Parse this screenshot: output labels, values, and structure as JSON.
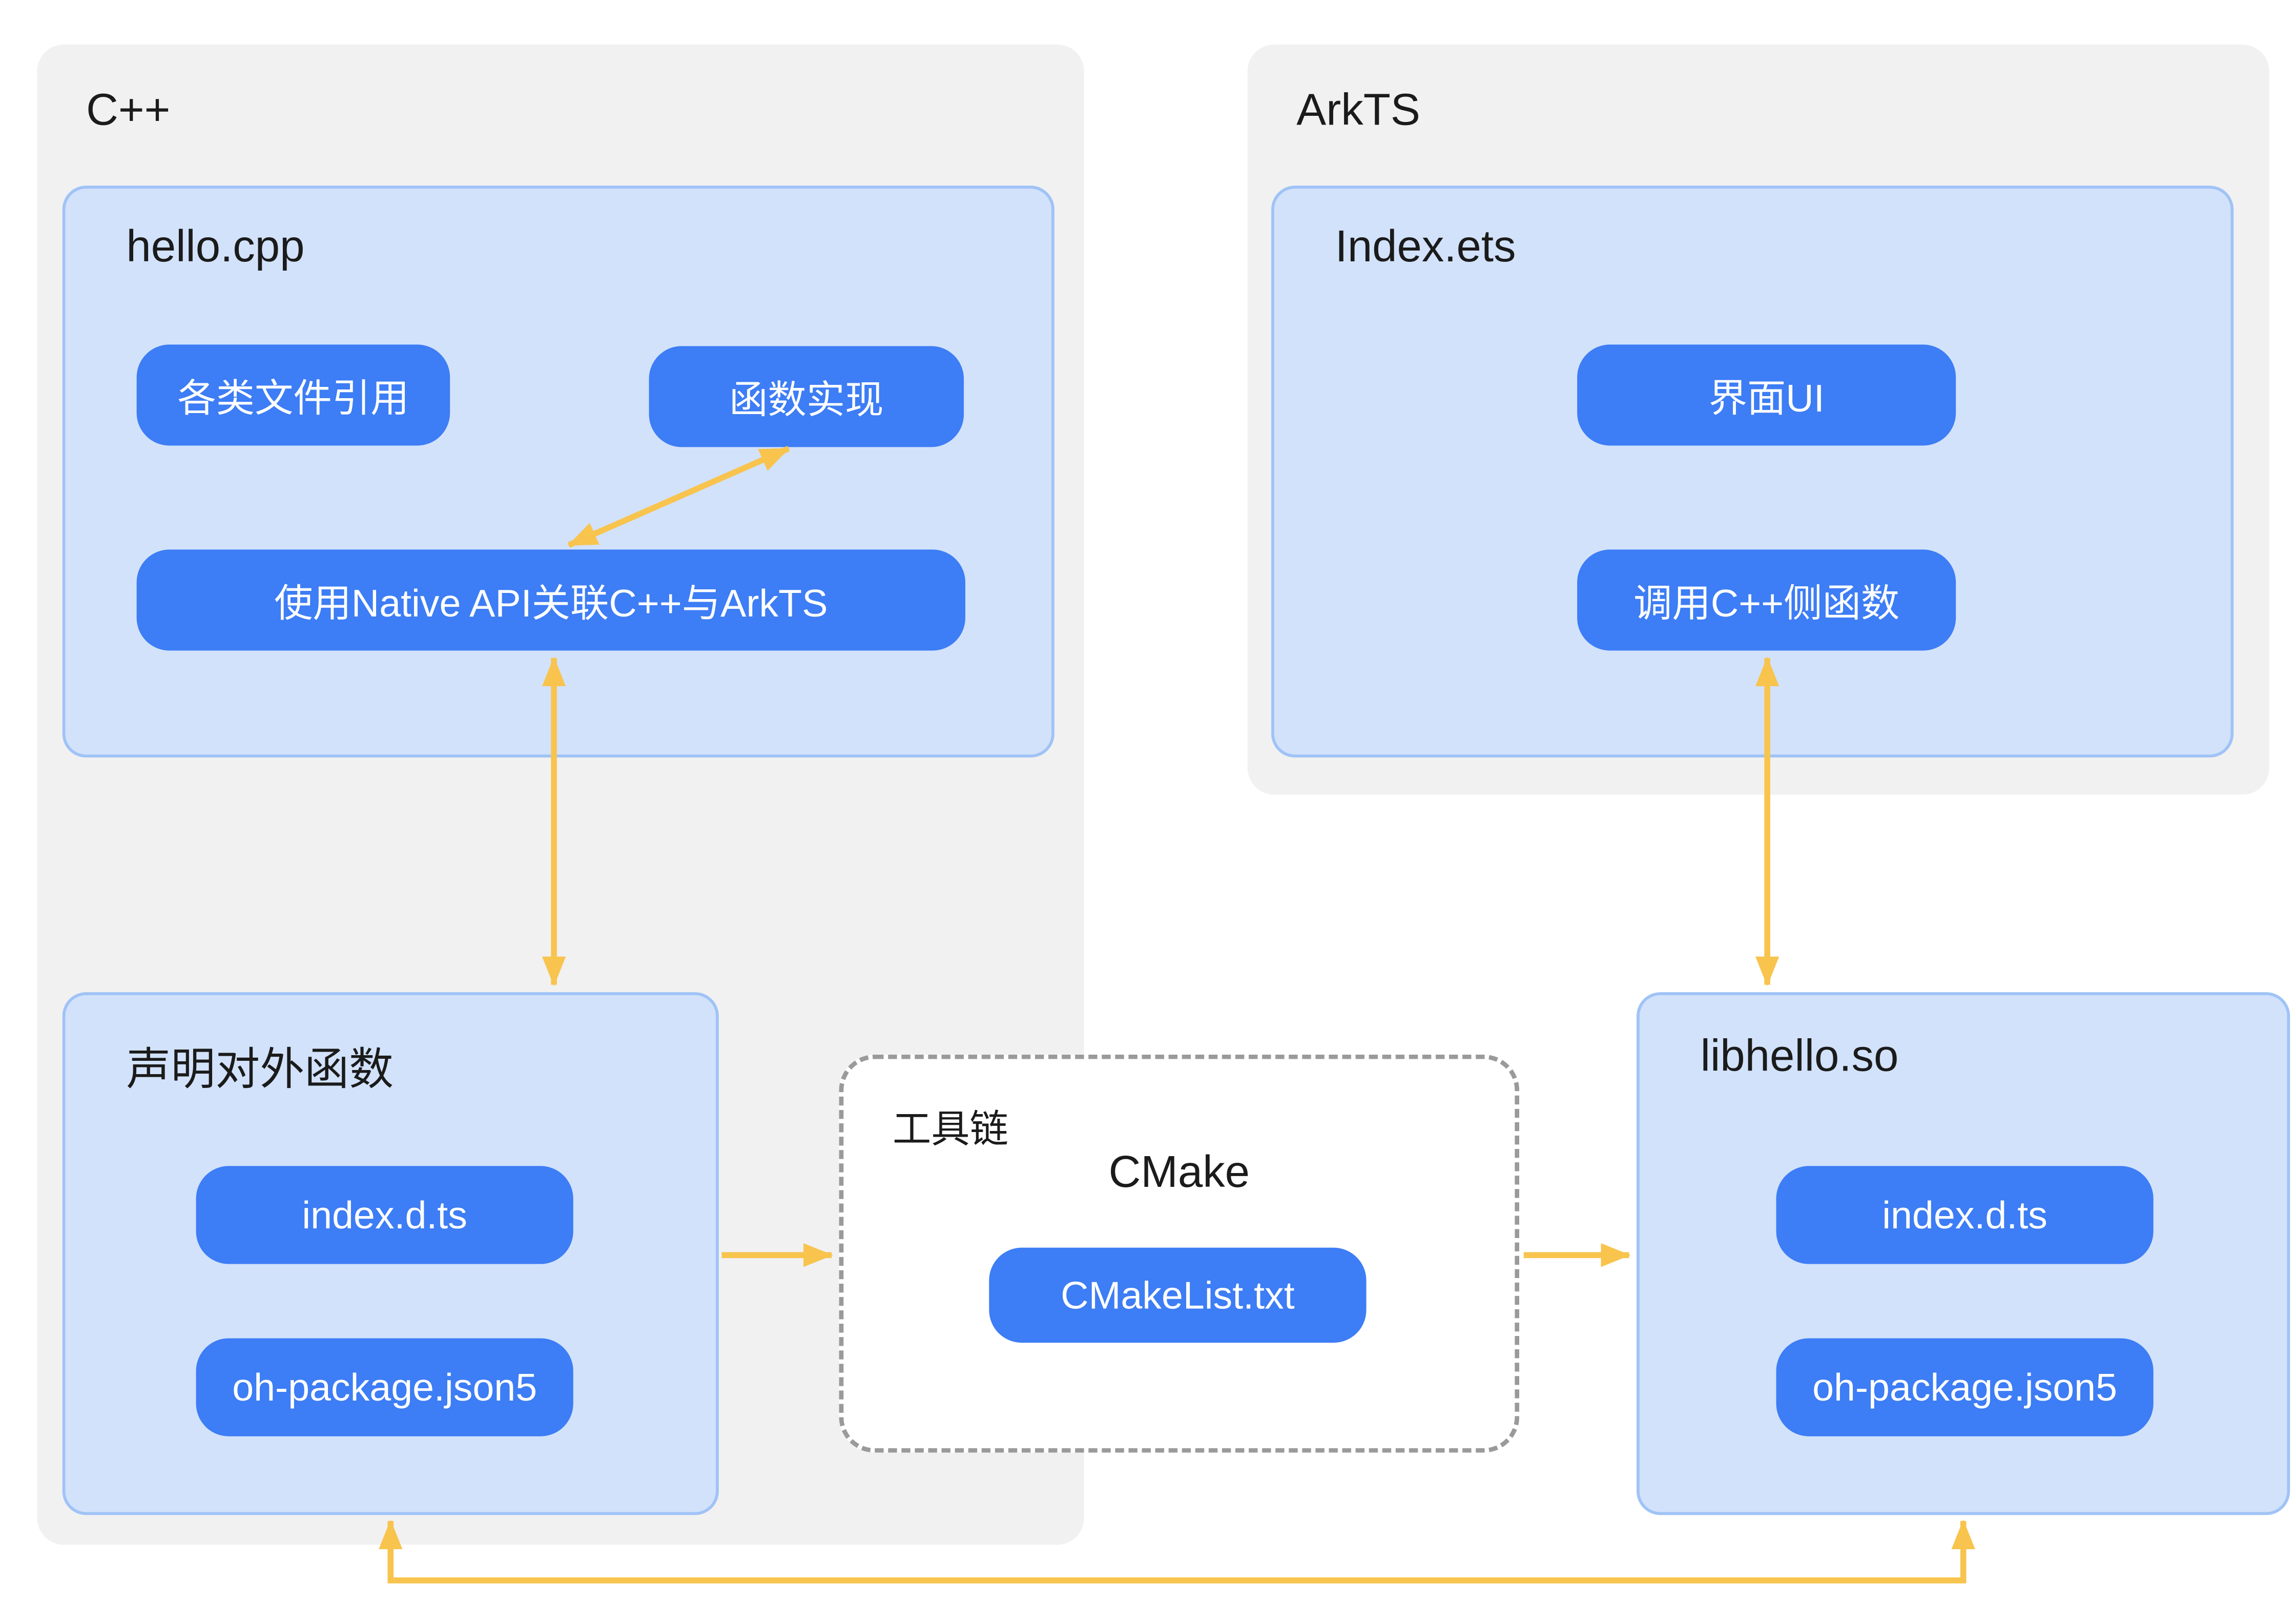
{
  "diagram": {
    "panels": {
      "cpp": {
        "title": "C++"
      },
      "arkts": {
        "title": "ArkTS"
      }
    },
    "boxes": {
      "hello_cpp": {
        "title": "hello.cpp",
        "pill_file_refs": "各类文件引用",
        "pill_func_impl": "函数实现",
        "pill_native_api": "使用Native API关联C++与ArkTS"
      },
      "index_ets": {
        "title": "Index.ets",
        "pill_ui": "界面UI",
        "pill_call_cpp": "调用C++侧函数"
      },
      "declare_external": {
        "title": "声明对外函数",
        "pill_index_dts": "index.d.ts",
        "pill_oh_package": "oh-package.json5"
      },
      "toolchain": {
        "label": "工具链",
        "title": "CMake",
        "pill_cmakelist": "CMakeList.txt"
      },
      "libhello": {
        "title": "libhello.so",
        "pill_index_dts": "index.d.ts",
        "pill_oh_package": "oh-package.json5"
      }
    },
    "colors": {
      "background": "#FFFFFF",
      "panel_gray": "#F1F1F2",
      "box_fill": "#D2E2FB",
      "box_border": "#A0C3F6",
      "pill_blue": "#3D7DF5",
      "pill_text": "#FFFFFF",
      "arrow_amber": "#F8C44E",
      "dashed_border": "#9A9A9A",
      "text": "#1B1B1B"
    }
  }
}
